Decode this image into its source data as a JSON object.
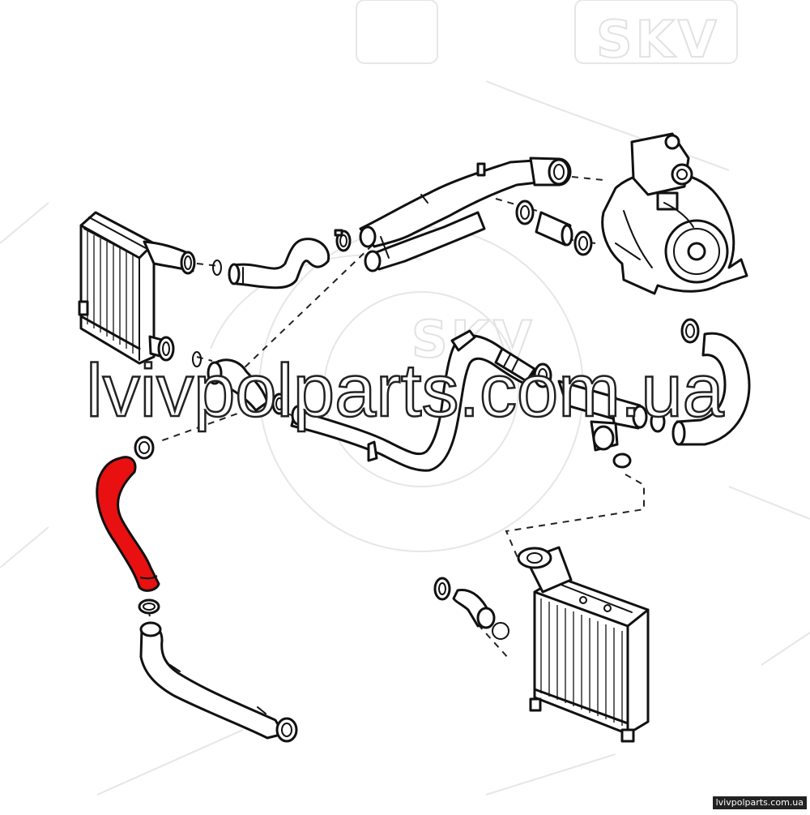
{
  "image": {
    "subject": "intercooler-boost-hose-diagram",
    "highlight_color": "#e81010",
    "line_color": "#111111",
    "background": "#ffffff"
  },
  "watermarks": {
    "brand_mark": "SKV",
    "brand_mark_center": "SKV",
    "site_overlay": "lvivpolparts.com.ua",
    "corner_credit": "lvivpolparts.com.ua"
  },
  "parts": [
    {
      "name": "left-intercooler"
    },
    {
      "name": "right-intercooler"
    },
    {
      "name": "turbocharger"
    },
    {
      "name": "highlighted-hose"
    }
  ]
}
